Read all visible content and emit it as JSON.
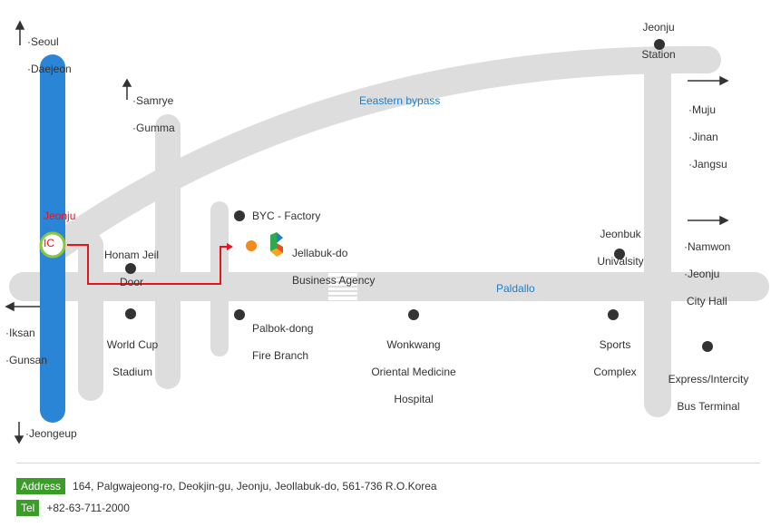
{
  "map": {
    "roads": {
      "eastern_bypass": "Eeastern bypass",
      "paldallo": "Paldallo"
    },
    "directions": {
      "north": [
        "·Seoul",
        "·Daejeon"
      ],
      "samrye": [
        "·Samrye",
        "·Gumma"
      ],
      "east_top": [
        "·Muju",
        "·Jinan",
        "·Jangsu"
      ],
      "east_mid": [
        "·Namwon",
        "·Jeonju",
        "City Hall"
      ],
      "west": [
        "·Iksan",
        "·Gunsan"
      ],
      "south": "·Jeongeup"
    },
    "interchange": [
      "Jeonju",
      "IC"
    ],
    "landmarks": {
      "jeonju_station": [
        "Jeonju",
        "Station"
      ],
      "byc_factory": "BYC - Factory",
      "agency": [
        "Jellabuk-do",
        "Business Agency"
      ],
      "honam_jeil_door": [
        "Honam Jeil",
        "Door"
      ],
      "world_cup_stadium": [
        "World Cup",
        "Stadium"
      ],
      "fire_branch": [
        "Palbok-dong",
        "Fire Branch"
      ],
      "wonkwang": [
        "Wonkwang",
        "Oriental Medicine",
        "Hospital"
      ],
      "jeonbuk_univ": [
        "Jeonbuk",
        "Univalsity"
      ],
      "sports_complex": [
        "Sports",
        "Complex"
      ],
      "bus_terminal": [
        "Express/Intercity",
        "Bus Terminal"
      ]
    },
    "colors": {
      "road": "#dddddd",
      "highway": "#2b85d6",
      "route": "#e8141b",
      "target_dot": "#f28a1c",
      "ic_ring": "#8cc63f",
      "tag": "#3c9c2a"
    }
  },
  "info": {
    "address_label": "Address",
    "address": "164, Palgwajeong-ro, Deokjin-gu, Jeonju, Jeollabuk-do, 561-736 R.O.Korea",
    "tel_label": "Tel",
    "tel": "+82-63-711-2000"
  }
}
